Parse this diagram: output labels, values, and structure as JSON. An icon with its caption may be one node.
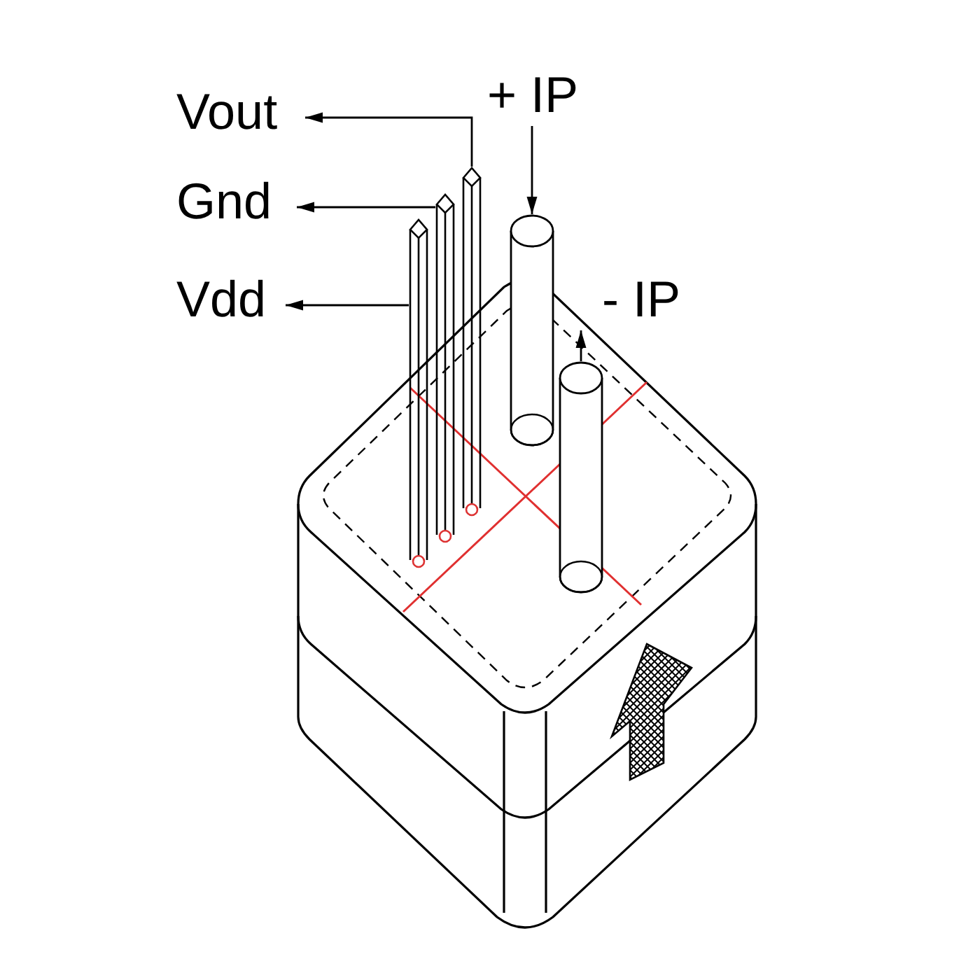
{
  "diagram": {
    "nodes": [
      {
        "text": [
          "Vout"
        ]
      },
      {
        "text": [
          "Gnd"
        ]
      },
      {
        "text": [
          "Vdd"
        ]
      },
      {
        "text": [
          "+ IP"
        ]
      },
      {
        "text": [
          "- IP"
        ]
      },
      {
        "text": [],
        "shape": "bar"
      },
      {
        "text": [],
        "shape": "bar"
      },
      {
        "text": [],
        "shape": "bar"
      },
      {
        "text": [],
        "shape": "cylinder"
      },
      {
        "text": [],
        "shape": "cylinder"
      }
    ],
    "edges": [
      {
        "from": 7,
        "to": 0,
        "arrow": "to"
      },
      {
        "from": 6,
        "to": 1,
        "arrow": "to"
      },
      {
        "from": 5,
        "to": 2,
        "arrow": "to"
      },
      {
        "from": 3,
        "to": 8,
        "arrow": "to"
      },
      {
        "from": 9,
        "to": 4,
        "arrow": "to"
      }
    ]
  }
}
